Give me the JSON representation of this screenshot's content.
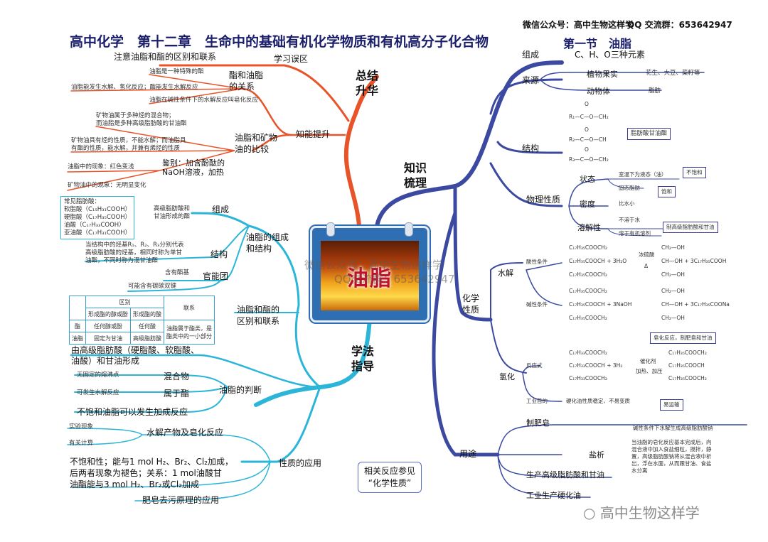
{
  "header": {
    "wechat": "微信公众号：高中生物这样学",
    "qq": "QQ 交流群：653642947",
    "title": "高中化学　第十二章　生命中的基础有机化学物质和有机高分子化合物",
    "section": "第一节　油脂"
  },
  "center": {
    "label": "油脂"
  },
  "branches": {
    "summary": "总结\n升华",
    "knowledge": "知识\n梳理",
    "method": "学法\n指导"
  },
  "summary": {
    "mistakes": {
      "label": "学习误区",
      "note": "注意油脂和酯的区别和联系"
    },
    "improve": {
      "label": "知能提升"
    },
    "fat_ester": {
      "label": "酯和油脂\n的关系",
      "items": [
        "油脂是一种特殊的酯",
        "油脂能发生水解、氢化反应；酯能发生水解反应",
        "油脂在碱性条件下的水解反应叫皂化反应"
      ]
    },
    "fat_mineral": {
      "label": "油脂和矿物\n油的比较",
      "items": [
        "矿物油属于多种烃的混合物；\n而油脂是多种高级脂肪酸的甘油酯",
        "矿物油具有烃的性质，不能水解；而油脂具\n有酯的性质，能水解，并兼有烯烃的性质",
        "鉴别：加含酚酞的\nNaOH溶液，加热"
      ],
      "oil_phenomenon": "油脂中的现象：红色变浅",
      "mineral_phenomenon": "矿物油中的现象：无明显变化"
    }
  },
  "method": {
    "composition": {
      "label": "油脂的组成\n和结构",
      "comp": {
        "label": "组成",
        "note": "高级脂肪酸和\n甘油形成的酯",
        "acids": "常见脂肪酸：\n软脂酸（C₁₅H₃₁COOH）\n硬脂酸（C₁₇H₃₅COOH）\n油酸（C₁₇H₃₃COOH）\n亚油酸（C₁₇H₃₁COOH）"
      },
      "struct": {
        "label": "结构",
        "note": "当结构中的烃基R₁、R₂、R₃分别代表\n高级脂肪酸的烃基，相同时称为单甘\n油酯，不同时称为混甘油酯"
      },
      "group": {
        "label": "官能团",
        "items": [
          "含有酯基",
          "可能含有碳碳双键"
        ]
      }
    },
    "difference": {
      "label": "油脂和酯的\n区别和联系",
      "table": {
        "h_diff": "区别",
        "h_link": "联系",
        "h_alcohol": "形成酯的醇或酚",
        "h_acid": "形成酯的酸",
        "r1_name": "酯",
        "r1_alcohol": "任何醇或酚",
        "r1_acid": "任何酸",
        "r2_name": "油脂",
        "r2_alcohol": "固定为甘油",
        "r2_acid": "高级脂肪酸",
        "link": "油脂属于酯类，是\n酯类中的一小部分"
      },
      "formed": "由高级脂肪酸（硬脂酸、软脂酸、\n油酸）和甘油形成"
    },
    "judge": {
      "label": "油脂的判断",
      "mixture": "混合物",
      "mixture_note": "无固定的熔沸点",
      "ester": "属于酯",
      "ester_note": "可发生水解反应",
      "unsat": "不饱和油脂可以发生加成反应"
    },
    "application": {
      "label": "性质的应用",
      "hydrolysis": "水解产物及皂化反应",
      "exp": "实验现象",
      "calc": "有关计算",
      "unsat_text": "不饱和性；能与1 mol H₂、Br₂、Cl₂加成，\n后两者现象为褪色；关系：1 mol油酸甘\n油酯能与3 mol H₂、Br₂或Cl₂加成",
      "soap": "肥皂去污原理的应用"
    }
  },
  "knowledge": {
    "composition": {
      "label": "组成",
      "value": "C、H、O三种元素"
    },
    "source": {
      "label": "来源",
      "plant": "植物果实",
      "plant_ex": "花生、大豆、菜籽等",
      "animal": "动物体",
      "animal_ex": "脂肪"
    },
    "structure": {
      "label": "结构",
      "note": "脂肪酸甘油酯",
      "r1": "R₁—C—O—CH₂",
      "r2": "R₂—C—O—CH",
      "r3": "R₃—C—O—CH₂",
      "o": "O"
    },
    "physical": {
      "label": "物理性质",
      "state": "状态",
      "liquid": "室温下为液态（油）",
      "unsat": "不饱和",
      "solid": "固态脂肪",
      "sat": "饱和",
      "density": "密度",
      "density_v": "比水小",
      "solubility": "溶解性",
      "insol": "不溶于水",
      "sol": "溶于有机溶剂",
      "use": "制高级脂肪酸和甘油"
    },
    "chemical": {
      "label": "化学\n性质",
      "hydro": "水解",
      "acid": "酸性条件",
      "base": "碱性条件",
      "acid_eq": {
        "l1": "C₁₇H₃₅COOCH₂",
        "l2": "C₁₇H₃₅COOCH  +  3H₂O",
        "l3": "C₁₇H₃₅COOCH₂",
        "cat": "浓硫酸",
        "d": "Δ",
        "p1": "CH₂—OH",
        "p2": "CH—OH  +  3C₁₇H₃₅COOH",
        "p3": "CH₂—OH"
      },
      "base_eq": {
        "l1": "C₁₇H₃₅COOCH₂",
        "l2": "C₁₇H₃₅COOCH  +  3NaOH",
        "l3": "C₁₇H₃₅COOCH₂",
        "p1": "CH₂—OH",
        "p2": "CH—OH  +  3C₁₇H₃₅COONa",
        "p3": "CH₂—OH"
      },
      "saponify": "皂化反应，制肥皂和甘油",
      "hydrogenate": "氢化",
      "formula": "反应式",
      "h_eq": {
        "l1": "C₁₇H₃₃COOCH₂",
        "l2": "C₁₇H₃₃COOCH  +  3H₂",
        "l3": "C₁₇H₃₃COOCH₂",
        "cat": "催化剂",
        "cond": "加热、加压",
        "p1": "C₁₇H₃₅COOCH₂",
        "p2": "C₁₇H₃₅COOCH",
        "p3": "C₁₇H₃₅COOCH₂"
      },
      "purpose": "工业目的",
      "purpose_v": "硬化油性质稳定、不易变质",
      "transport": "易运输"
    },
    "use": {
      "label": "用途",
      "soap": "制肥皂",
      "soap_note": "碱性条件下水解生成高级脂肪酸钠",
      "salting": "盐析",
      "salting_note": "当油脂的皂化反应基本完成后，向\n混合液中加入食盐细粒，搅拌，静\n置，高级脂肪酸钠将从混合液中析\n出，浮在水面，从而跟甘油、食盐\n水分离",
      "acid_glycerol": "生产高级脂肪酸和甘油",
      "hardened": "工业生产硬化油"
    },
    "see_also": "相关反应参见\n“化学性质”"
  },
  "watermark": {
    "brand": "高中生物这样学",
    "center1": "微信公众号：高中生物这样学",
    "center2": "QQ交流群：653642947"
  },
  "colors": {
    "orange": "#e8542a",
    "blue": "#3b4aa0",
    "cyan": "#2bb5d8"
  }
}
